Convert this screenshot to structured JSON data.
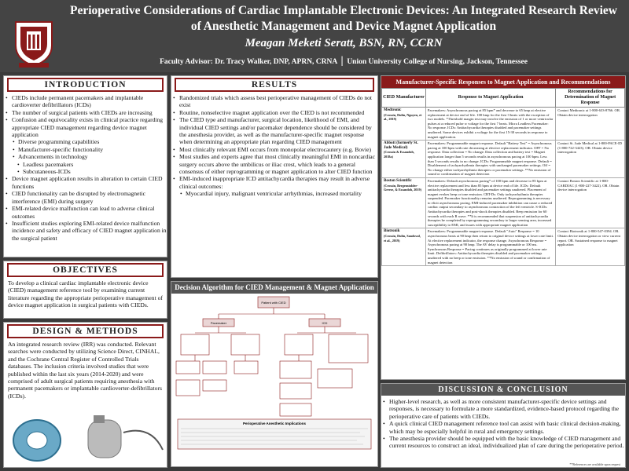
{
  "header": {
    "title": "Perioperative Considerations of Cardiac Implantable Electronic Devices: An Integrated Research Review of Anesthetic Management and Device Magnet Application",
    "author": "Meagan Meketi Seratt, BSN, RN, CCRN",
    "advisor": "Faculty Advisor: Dr. Tracy Walker, DNP, APRN, CRNA",
    "divider": "|",
    "school": "Union University College of Nursing, Jackson, Tennessee",
    "logo_text": "UNION UNIVERSITY"
  },
  "introduction": {
    "title": "INTRODUCTION",
    "bullets": [
      {
        "level": 0,
        "text": "CIEDs include permanent pacemakers and implantable cardioverter defibrillators (ICDs)"
      },
      {
        "level": 0,
        "text": "The number of surgical patients with CIEDs are increasing"
      },
      {
        "level": 0,
        "text": "Confusion and equivocality exists in clinical practice regarding appropriate CIED management regarding device magnet application"
      },
      {
        "level": 1,
        "text": "Diverse programming capabilities"
      },
      {
        "level": 1,
        "text": "Manufacturer-specific functionality"
      },
      {
        "level": 1,
        "text": "Advancements in technology"
      },
      {
        "level": 2,
        "text": "Leadless pacemakers"
      },
      {
        "level": 2,
        "text": "Subcutaneous-ICDs"
      },
      {
        "level": 0,
        "text": "Device magnet application results in alteration to certain CIED functions"
      },
      {
        "level": 0,
        "text": "CIED functionality can be disrupted by electromagnetic interference (EMI) during surgery"
      },
      {
        "level": 0,
        "text": "EMI-related device malfunction can lead to adverse clinical outcomes"
      },
      {
        "level": 0,
        "text": "Insufficient studies exploring EMI-related device malfunction incidence and safety and efficacy of CIED magnet application in the surgical patient"
      }
    ]
  },
  "objectives": {
    "title": "OBJECTIVES",
    "text": "To develop a clinical cardiac implantable electronic device (CIED) management reference tool by examining current literature regarding the appropriate perioperative management of device magnet application in surgical patients with CIEDs."
  },
  "design": {
    "title": "DESIGN & METHODS",
    "text": "An integrated research review (IRR) was conducted. Relevant searches were conducted by utilizing Science Direct, CINHAL, and the Cochrane Central Register of Controlled Trials databases. The inclusion criteria involved studies that were published within the last six years (2014-2020) and were comprised of adult surgical patients requiring anesthesia with permanent pacemakers or implantable cardioverter-defibrillators (ICDs)."
  },
  "results": {
    "title": "RESULTS",
    "bullets": [
      {
        "level": 0,
        "text": "Randomized trials which assess best perioperative management of CIEDs do not exist"
      },
      {
        "level": 0,
        "text": "Routine, nonselective magnet application over the CIED is not recommended"
      },
      {
        "level": 0,
        "text": "The CIED type and manufacturer, surgical location, likelihood of EMI, and individual CIED settings and/or pacemaker dependence should be considered by the anesthesia provider, as well as the manufacturer-specific magnet response when determining an appropriate plan regarding CIED management"
      },
      {
        "level": 0,
        "text": "Most clinically relevant EMI occurs from monopolar electrocautery (e.g. Bovie)"
      },
      {
        "level": 0,
        "text": "Most studies and experts agree that most clinically meaningful EMI in noncardiac surgery occurs above the umbilicus or iliac crest, which leads to a general consensus of either reprogramming or magnet application to alter CIED function"
      },
      {
        "level": 0,
        "text": "EMI-induced inappropriate ICD antitachycardia therapies may result in adverse clinical outcomes:"
      },
      {
        "level": 1,
        "text": "Myocardial injury, malignant ventricular arrhythmias, increased mortality"
      }
    ]
  },
  "algorithm": {
    "title": "Decision Algorithm for CIED Management & Magnet Application",
    "start": "Patient with CIED",
    "branch_left": "Pacemaker",
    "branch_right": "ICD",
    "footer_title": "Perioperative Anesthetic Implications"
  },
  "table": {
    "title": "Manufacturer-Specific Responses to Magnet Application and Recommendations",
    "headers": [
      "CIED Manufacturer",
      "Response to Magnet Application",
      "Recommendations for Determination of Magnet Response"
    ],
    "rows": [
      {
        "mfr": "Medtronic",
        "cite": "(Crossin, Dulin, Nguyen, et al., 2019)",
        "response": "Pacemakers: Asynchronous pacing at 85 bpm* and decrease to 65 bmp at elective replacement at device end of life. 100 bmp for the first 3 beats with the exception of two models. *Threshold margin test may involve the emission of 1 or more ventricular pulses at a reduced pulse w voltage for the first 7 beats. Micra Leadless Pacemaker: No response. ICDs: Antitachycardia therapies disabled and pacemaker settings unaltered. Some devices exhibit a voltage for the first 15-30 seconds in response to magnet application.",
        "rec": "Contact Medtronic at 1-800-633-8766. OR. Obtain device interrogation"
      },
      {
        "mfr": "Abbott (formerly St. Jude Medical)",
        "cite": "(Crossin & Essandoh, 2018a)",
        "response": "Pacemakers: Programmable magnet response. Default \"Battery Test\" = Asynchronous pacing at 100 bpm with rate decreasing at elective replacement indicator. OFF = No response. Data collection = No change. Data collection and battery test = Magnet application longer than 5 seconds results in asynchronous pacing at 100 bpm. Less than 5 seconds results in no change. ICDs: Programmable magnet response. Default = Disablement of tachyarrhythmia therapies with unchanged pacemaker settings. Off = No change either tachyarrhythmia therapies or pacemaker settings. **No emission of sound or confirmation of magnet detection",
        "rec": "Contact St. Jude Medical at 1-800-PACE-ID (1-800-722-3423). OR. Obtain device interrogation"
      },
      {
        "mfr": "Boston Scientific",
        "cite": "(Crossin, Bergenstolder-Greese, & Essandoh, 2019)",
        "response": "Pacemakers: Default asynchronous pacing* of 100 bpm and decrease to 85 bpm at elective replacement and less than 85 bpm at device end of life. ICDs: Default antitachycardia therapies disabled and pacemaker settings unaltered. Placement of magnet evokes beep or tone emission. CRT-Ds: Only tachyarrhythmia therapies suspended. Pacemaker functionality remains unaltered. Reprogramming is necessary to elicit asynchronous pacing. EMI-induced pacemaker inhibition can cause a reduced cardiac output secondary to asynchronous contraction of the left ventricle. S-ICDs: Antitachycardia therapies and post-shock therapies disabled. Beep emission for 60 seconds with each R wave. **It is recommended that suspension of antitachycardia therapies be completed by reprogramming secondary to larger sensing area, increased susceptibility to EMI, and issues with appropriate magnet application",
        "rec": "Contact Boston Scientific at 1-800-CARDIAC (1-800-227-3422). OR. Obtain device interrogation"
      },
      {
        "mfr": "Biotronik",
        "cite": "(Crossin, Dulin, Sandoval, et al., 2019)",
        "response": "Pacemakers: Programmable magnet response. Default \"Auto\" Response = 10 asynchronous beats at 90 bmp then return to original device settings at lower rate limit. At elective replacement indicator, the response change. Asynchronous Response = Asynchronous pacing at 90 bmp. The AV delay is programmable or 100 ms. Synchronous Response = Pacing continues as originally programmed at lower rate limit. Defibrillators: Antitachycardia therapies disabled and pacemaker settings unaltered with no beep or tone emission. **No emission of sound or confirmation of magnet detection",
        "rec": "Contact Biotronik at 1-800-547-0394. OR. Obtain device interrogation or view current report. OR. Sustained response to magnet application"
      }
    ]
  },
  "discussion": {
    "title": "DISCUSSION & CONCLUSION",
    "bullets": [
      {
        "level": 0,
        "text": "Higher-level research, as well as more consistent manufacturer-specific device settings and responses, is necessary to formulate a more standardized, evidence-based protocol regarding the perioperative care of patients with CIEDs."
      },
      {
        "level": 0,
        "text": "A quick clinical CIED management reference tool can assist with basic clinical decision-making, which may be especially helpful in rural and emergency settings."
      },
      {
        "level": 0,
        "text": "The anesthesia provider should be equipped with the basic knowledge of CIED management and current resources to construct an ideal, individualized plan of care during the perioperative period."
      }
    ],
    "ref_note": "**References are available upon request"
  },
  "colors": {
    "accent": "#8a1a1a",
    "header_bg": "#444444",
    "page_bg": "#3a3a3a"
  }
}
